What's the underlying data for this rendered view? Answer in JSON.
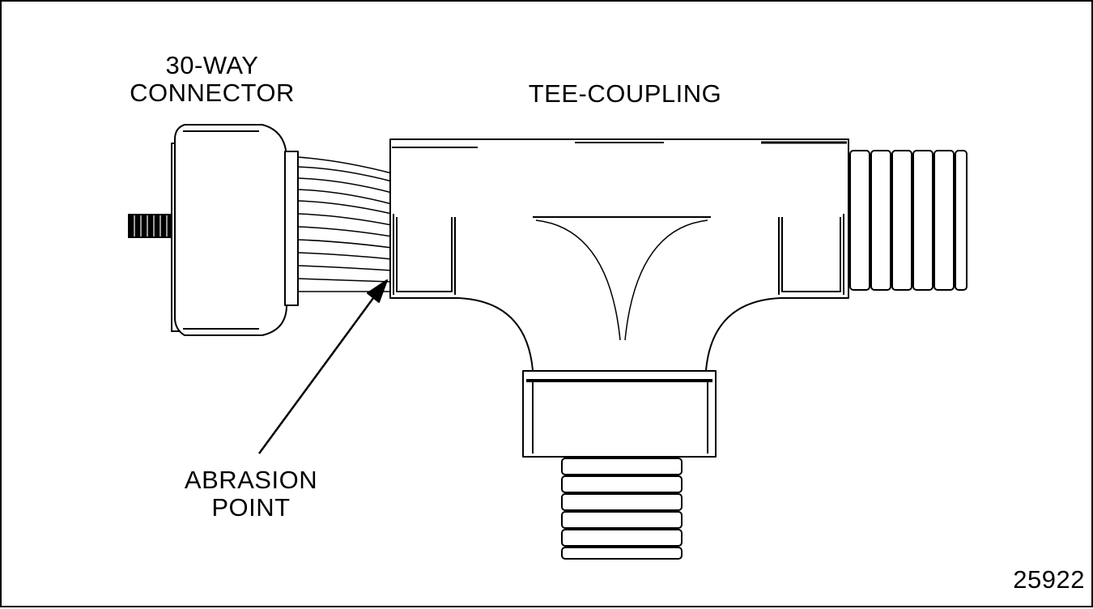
{
  "labels": {
    "connector_line1": "30-WAY",
    "connector_line2": "CONNECTOR",
    "tee_coupling": "TEE-COUPLING",
    "abrasion_line1": "ABRASION",
    "abrasion_line2": "POINT",
    "figure_number": "25922"
  },
  "colors": {
    "ink": "#000000",
    "paper": "#ffffff"
  }
}
